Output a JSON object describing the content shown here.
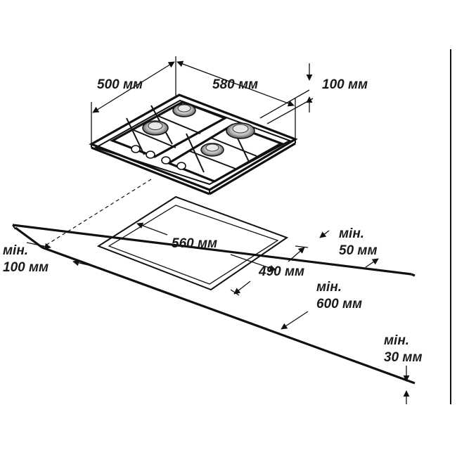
{
  "hob_dimensions": {
    "depth": "500 мм",
    "width": "580 мм",
    "height": "100 мм"
  },
  "cutout_dimensions": {
    "width": "560 мм",
    "depth": "490 мм"
  },
  "clearances": {
    "back_min_label": "мін.",
    "back_value": "50 мм",
    "side_min_label": "мін.",
    "side_value": "100 мм",
    "wall_min_label": "мін.",
    "wall_value": "600 мм",
    "bottom_min_label": "мін.",
    "bottom_value": "30 мм"
  }
}
